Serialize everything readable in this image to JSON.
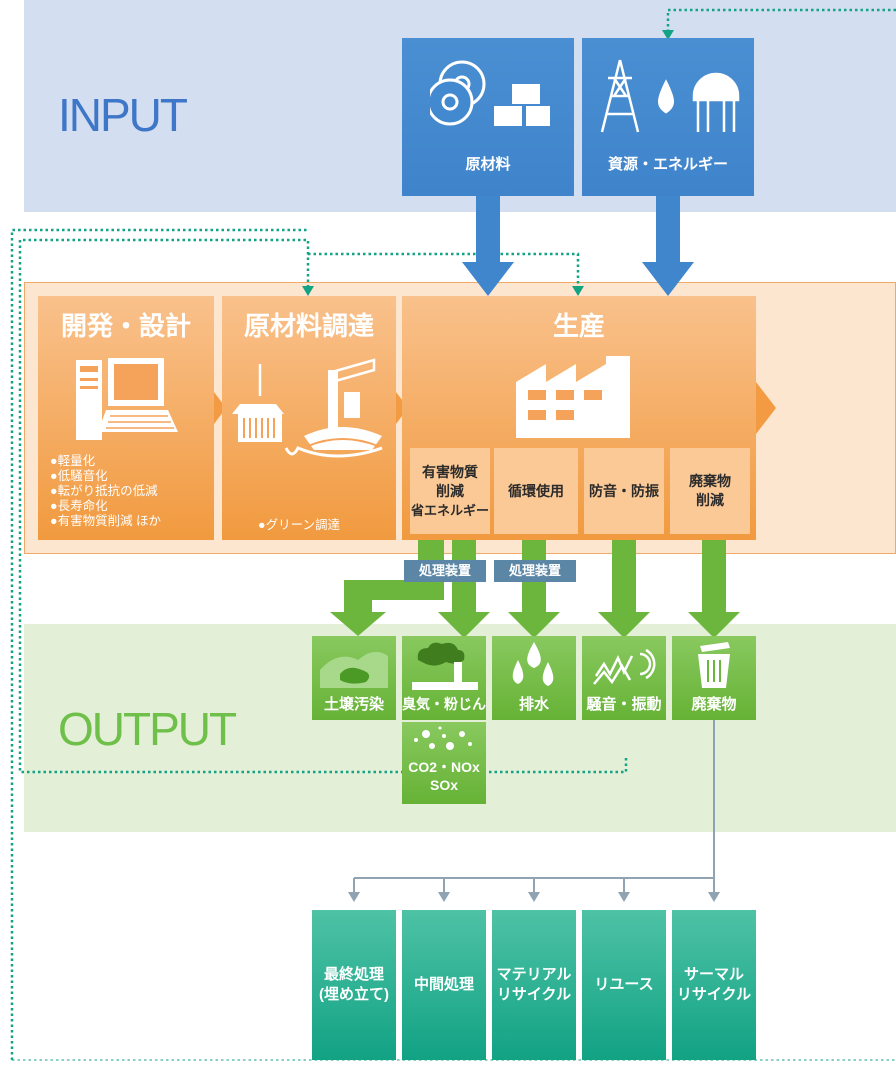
{
  "input": {
    "label": "INPUT",
    "boxes": [
      {
        "label": "原材料",
        "icon": "discs-and-boxes-icon"
      },
      {
        "label": "資源・エネルギー",
        "icon": "tower-drop-tank-icon"
      }
    ]
  },
  "production": {
    "stages": [
      {
        "title": "開発・設計",
        "icon": "computer-icon",
        "bullets": [
          "軽量化",
          "低騒音化",
          "転がり抵抗の低減",
          "長寿命化",
          "有害物質削減 ほか"
        ]
      },
      {
        "title": "原材料調達",
        "icon": "crane-ship-icon",
        "bullets": [
          "グリーン調達"
        ]
      },
      {
        "title": "生産",
        "icon": "factory-icon"
      }
    ],
    "activities": [
      {
        "line1": "有害物質",
        "line2": "削減",
        "line3": "省エネルギー"
      },
      {
        "line1": "循環使用"
      },
      {
        "line1": "防音・防振"
      },
      {
        "line1": "廃棄物",
        "line2": "削減"
      }
    ],
    "treatment_label": "処理装置"
  },
  "output": {
    "label": "OUTPUT",
    "items": [
      {
        "label": "土壌汚染",
        "icon": "soil-icon"
      },
      {
        "label": "臭気・粉じん",
        "icon": "smoke-icon"
      },
      {
        "label": "排水",
        "icon": "water-drops-icon"
      },
      {
        "label": "騒音・振動",
        "icon": "noise-icon"
      },
      {
        "label": "廃棄物",
        "icon": "trash-can-icon"
      }
    ],
    "emissions": {
      "line1": "CO2・NOx",
      "line2": "SOx"
    }
  },
  "disposal": [
    {
      "line1": "最終処理",
      "line2": "(埋め立て)"
    },
    {
      "line1": "中間処理"
    },
    {
      "line1": "マテリアル",
      "line2": "リサイクル"
    },
    {
      "line1": "リユース"
    },
    {
      "line1": "サーマル",
      "line2": "リサイクル"
    }
  ],
  "colors": {
    "input_band": "#d4def1",
    "input_box": "#4389cf",
    "production_band": "#fde6cf",
    "production_box": "#f19a3f",
    "output_band": "#e3efd6",
    "output_box": "#6cb63d",
    "disposal_box": "#17a487",
    "feedback_line": "#12a284",
    "treatment_box": "#5b86a6"
  }
}
